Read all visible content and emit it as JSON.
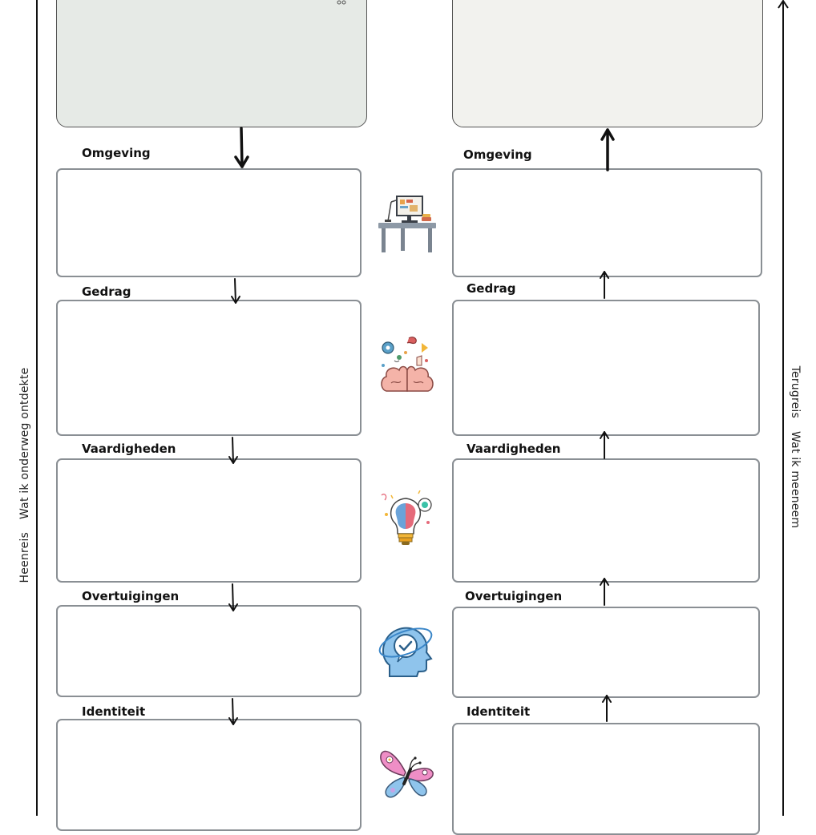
{
  "sidebar_left": {
    "part1": "Heenreis",
    "part2": "Wat ik onderweg ontdekte"
  },
  "sidebar_right": {
    "part1": "Terugreis",
    "part2": "Wat ik meeneem"
  },
  "left_column": {
    "labels": [
      "Omgeving",
      "Gedrag",
      "Vaardigheden",
      "Overtuigingen",
      "Identiteit"
    ]
  },
  "right_column": {
    "labels": [
      "Omgeving",
      "Gedrag",
      "Vaardigheden",
      "Overtuigingen",
      "Identiteit"
    ]
  },
  "icons": [
    "desk-computer-icon",
    "brain-ideas-icon",
    "lightbulb-brain-icon",
    "head-checkmark-icon",
    "butterfly-icon"
  ],
  "colors": {
    "top_left_box": "#e6eae6",
    "top_right_box": "#f2f2ee",
    "box_border": "#8a8f94",
    "line": "#111111"
  }
}
